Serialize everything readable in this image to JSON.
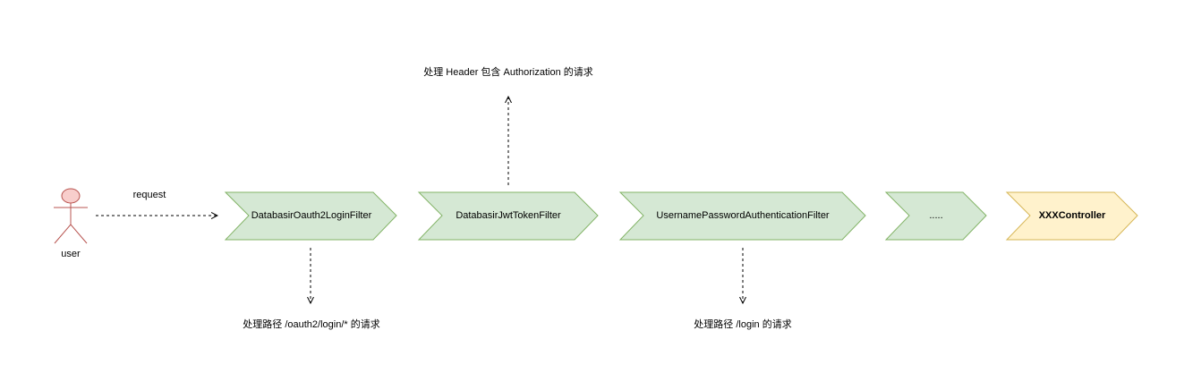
{
  "actor": {
    "label": "user"
  },
  "edge_request": {
    "label": "request"
  },
  "filters": [
    {
      "label": "DatabasirOauth2LoginFilter"
    },
    {
      "label": "DatabasirJwtTokenFilter"
    },
    {
      "label": "UsernamePasswordAuthenticationFilter"
    },
    {
      "label": "....."
    }
  ],
  "controller": {
    "label": "XXXController"
  },
  "notes": {
    "oauth2": "处理路径 /oauth2/login/* 的请求",
    "jwt": "处理 Header 包含 Authorization 的请求",
    "login": "处理路径 /login 的请求"
  },
  "colors": {
    "filter_fill": "#d5e8d4",
    "filter_stroke": "#82b366",
    "controller_fill": "#fff2cc",
    "controller_stroke": "#d6b656",
    "actor_fill": "#f8cecc",
    "actor_stroke": "#b85450",
    "edge": "#000000"
  }
}
